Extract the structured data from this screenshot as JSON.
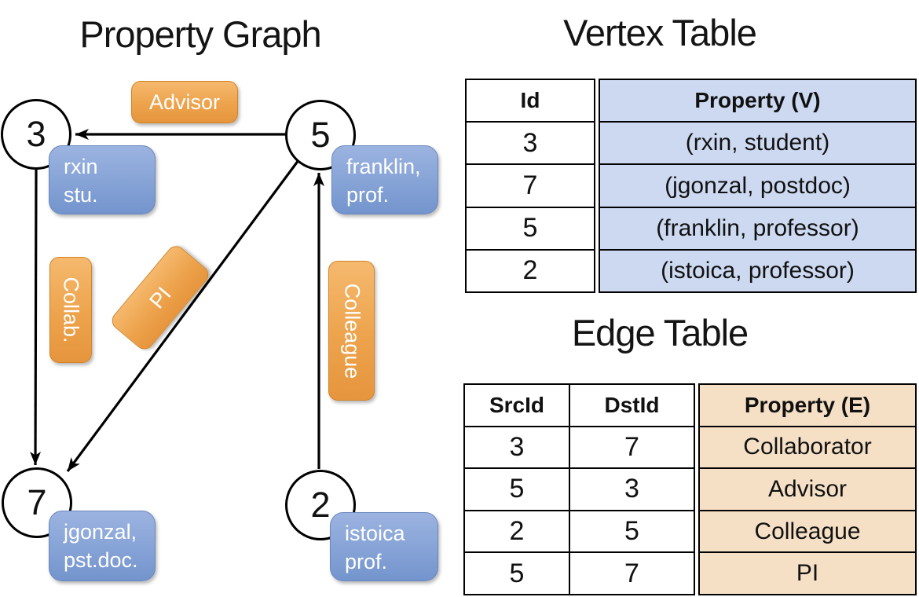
{
  "graph": {
    "title": "Property Graph",
    "nodes": [
      {
        "id": "3",
        "line1": "rxin",
        "line2": "stu."
      },
      {
        "id": "5",
        "line1": "franklin,",
        "line2": "prof."
      },
      {
        "id": "7",
        "line1": "jgonzal,",
        "line2": "pst.doc."
      },
      {
        "id": "2",
        "line1": "istoica",
        "line2": "prof."
      }
    ],
    "edges": [
      {
        "src": "5",
        "dst": "3",
        "label": "Advisor"
      },
      {
        "src": "3",
        "dst": "7",
        "label": "Collab."
      },
      {
        "src": "5",
        "dst": "7",
        "label": "PI"
      },
      {
        "src": "2",
        "dst": "5",
        "label": "Colleague"
      }
    ]
  },
  "vertex_table": {
    "title": "Vertex Table",
    "columns": [
      "Id",
      "Property (V)"
    ],
    "rows": [
      [
        "3",
        "(rxin, student)"
      ],
      [
        "7",
        "(jgonzal, postdoc)"
      ],
      [
        "5",
        "(franklin, professor)"
      ],
      [
        "2",
        "(istoica, professor)"
      ]
    ]
  },
  "edge_table": {
    "title": "Edge Table",
    "columns": [
      "SrcId",
      "DstId",
      "Property (E)"
    ],
    "rows": [
      [
        "3",
        "7",
        "Collaborator"
      ],
      [
        "5",
        "3",
        "Advisor"
      ],
      [
        "2",
        "5",
        "Colleague"
      ],
      [
        "5",
        "7",
        "PI"
      ]
    ]
  },
  "colors": {
    "edge_label_orange": "#EFA14B",
    "vertex_label_blue": "#86A4D8",
    "vertex_table_fill": "#CDD9F1",
    "edge_table_fill": "#F5E0C6",
    "line_black": "#000000"
  }
}
